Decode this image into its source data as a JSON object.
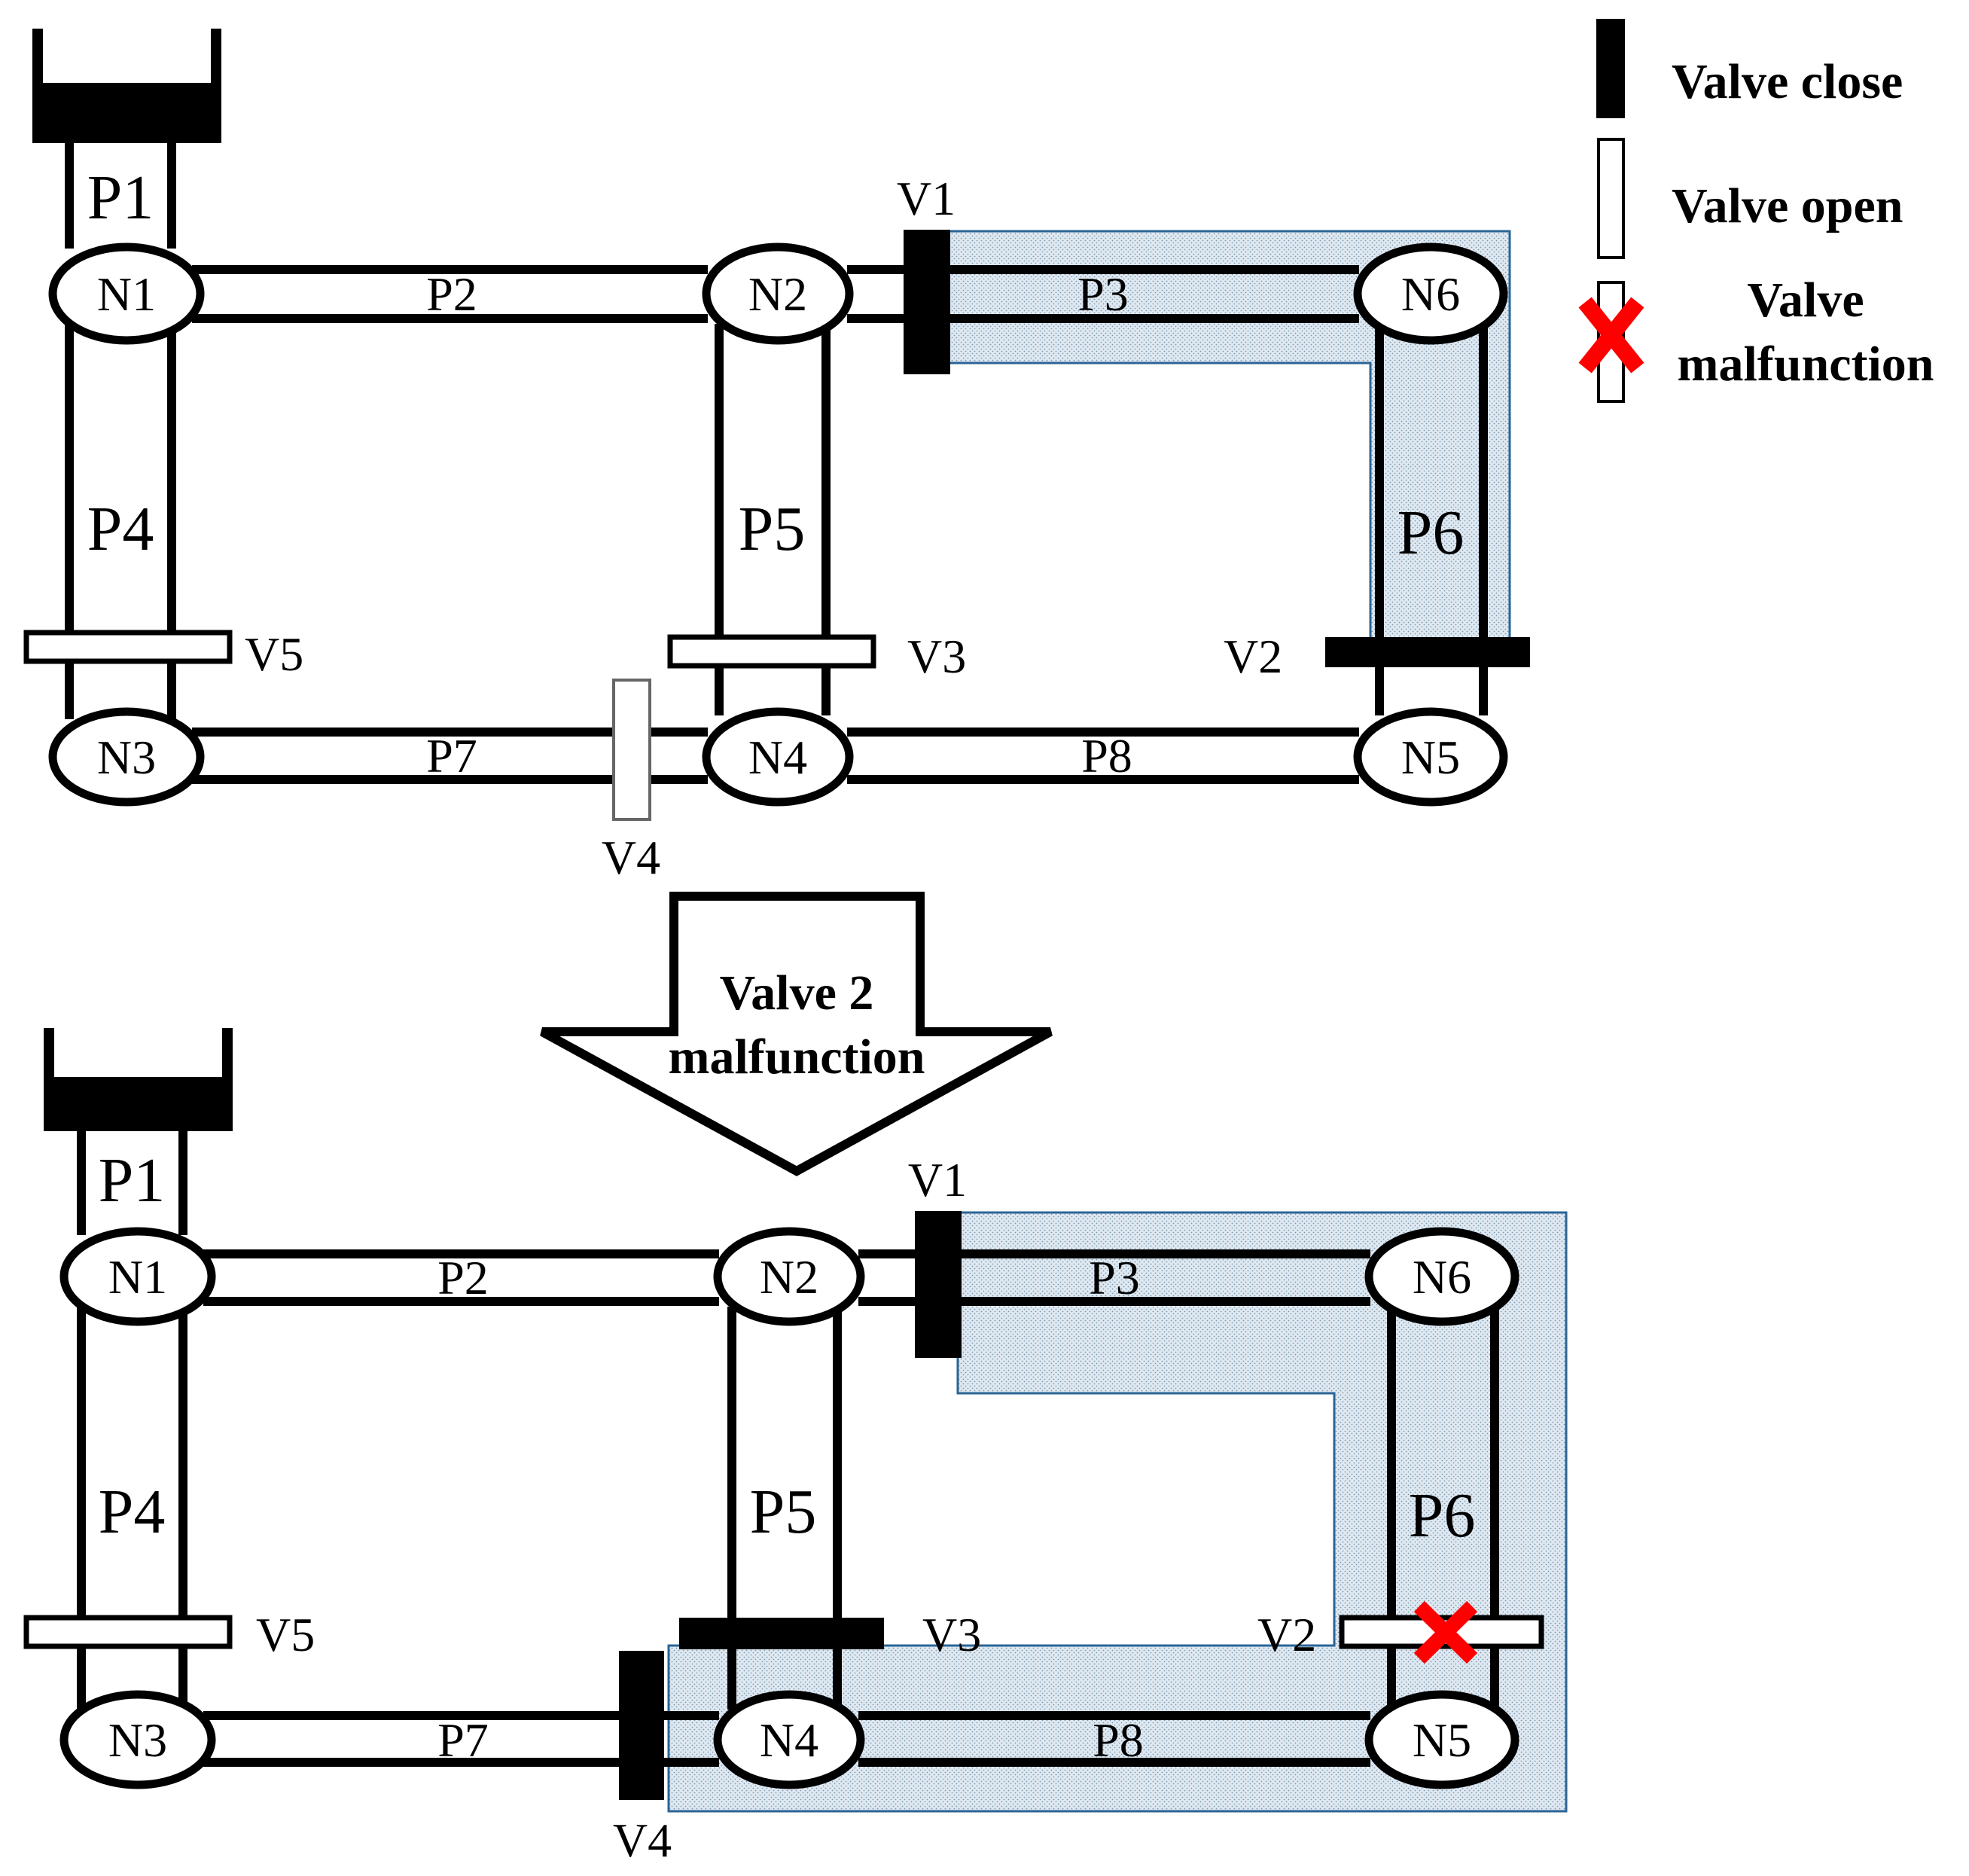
{
  "legend": {
    "valve_close": "Valve close",
    "valve_open": "Valve open",
    "valve_malfunction_line1": "Valve",
    "valve_malfunction_line2": "malfunction"
  },
  "arrow": {
    "line1": "Valve 2",
    "line2": "malfunction"
  },
  "top": {
    "pipes": {
      "p1": "P1",
      "p2": "P2",
      "p3": "P3",
      "p4": "P4",
      "p5": "P5",
      "p6": "P6",
      "p7": "P7",
      "p8": "P8"
    },
    "nodes": {
      "n1": "N1",
      "n2": "N2",
      "n3": "N3",
      "n4": "N4",
      "n5": "N5",
      "n6": "N6"
    },
    "valves": {
      "v1": "V1",
      "v2": "V2",
      "v3": "V3",
      "v4": "V4",
      "v5": "V5"
    }
  },
  "bottom": {
    "pipes": {
      "p1": "P1",
      "p2": "P2",
      "p3": "P3",
      "p4": "P4",
      "p5": "P5",
      "p6": "P6",
      "p7": "P7",
      "p8": "P8"
    },
    "nodes": {
      "n1": "N1",
      "n2": "N2",
      "n3": "N3",
      "n4": "N4",
      "n5": "N5",
      "n6": "N6"
    },
    "valves": {
      "v1": "V1",
      "v2": "V2",
      "v3": "V3",
      "v4": "V4",
      "v5": "V5"
    }
  },
  "colors": {
    "isolation_fill": "#dde8f0",
    "isolation_border": "#2a6496",
    "malfunction": "#ff0000"
  }
}
